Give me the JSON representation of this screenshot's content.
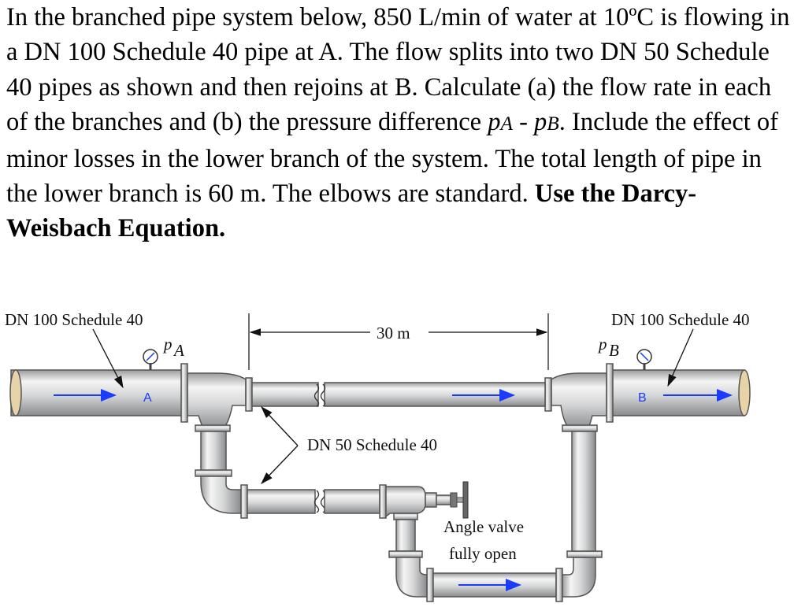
{
  "problem": {
    "part1": "In the branched pipe system below, 850 L/min of water at 10ºC is flowing in a DN 100 Schedule 40 pipe at A. The flow splits into two DN 50 Schedule 40 pipes as shown and then rejoins at B. Calculate (a) the flow rate in each of the branches and (b) the pressure difference ",
    "pa": "p",
    "pa_sub": "A",
    "minus": " - ",
    "pb": "p",
    "pb_sub": "B",
    "part2": ". Include the effect of minor losses in the lower branch of the system. The total length of pipe in the lower branch is 60 m. The elbows are standard. ",
    "bold_tail": "Use the Darcy-Weisbach Equation."
  },
  "diagram": {
    "left_pipe_label": "DN 100 Schedule 40",
    "right_pipe_label": "DN 100 Schedule 40",
    "dimension_label": "30 m",
    "branch_pipe_label": "DN 50 Schedule 40",
    "valve_label_line1": "Angle valve",
    "valve_label_line2": "fully open",
    "point_a": "A",
    "point_b": "B",
    "gauge_a_label": "p",
    "gauge_a_sub": "A",
    "gauge_b_label": "p",
    "gauge_b_sub": "B",
    "pipe_color": "#d9dadb",
    "flow_arrow_color": "#1a3cff"
  }
}
